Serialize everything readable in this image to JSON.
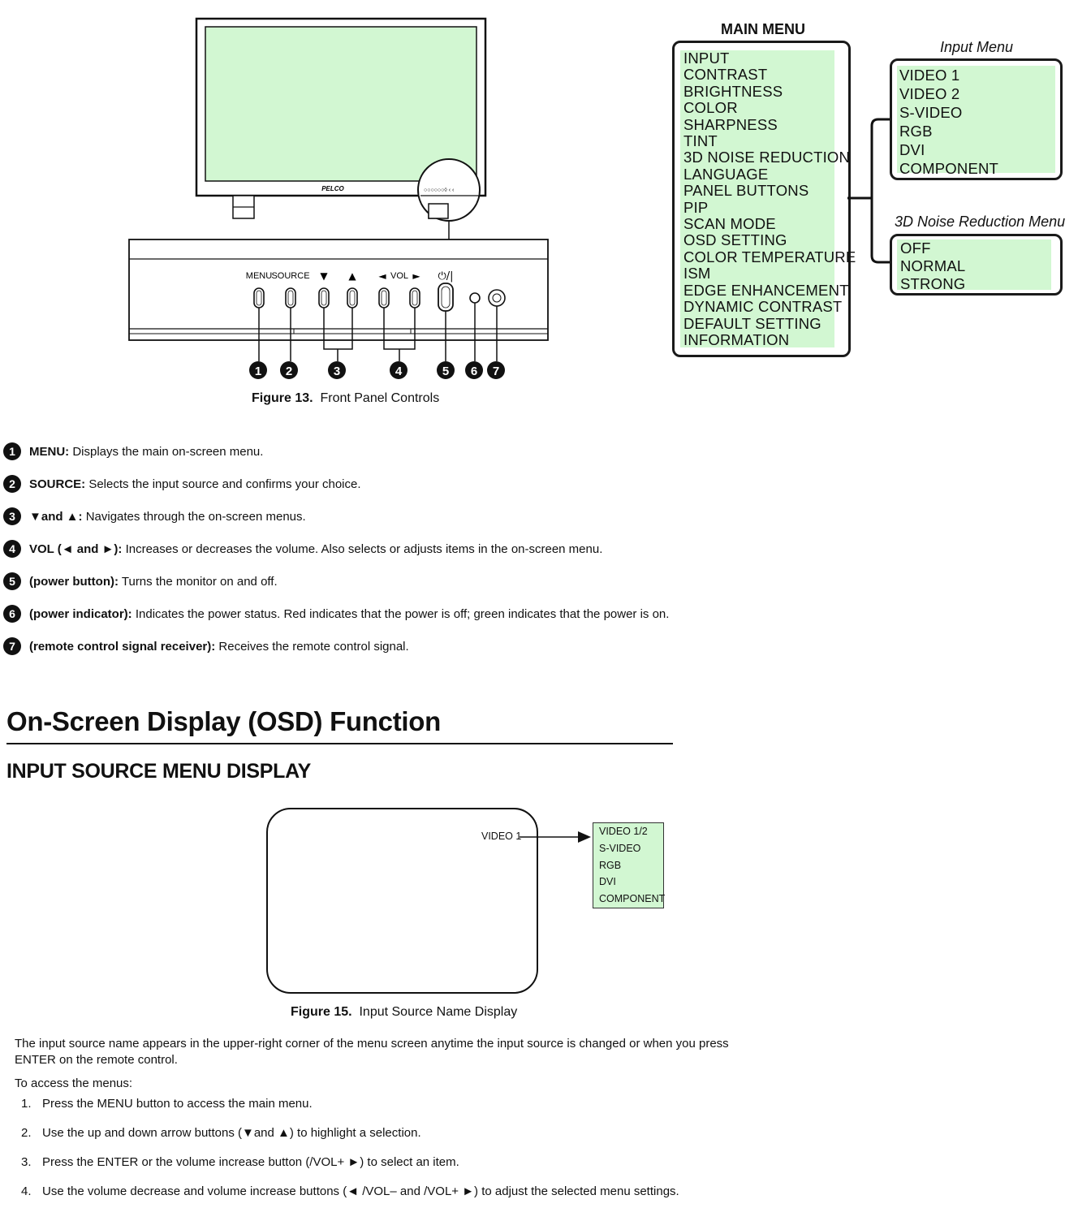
{
  "figure13": {
    "brand": "PELCO",
    "panel_labels": {
      "menu": "MENU",
      "source": "SOURCE",
      "down": "▼",
      "up": "▲",
      "vol_left": "◄",
      "vol": "VOL",
      "vol_right": "►",
      "power": "⏻/|"
    },
    "callout_numbers": [
      "1",
      "2",
      "3",
      "4",
      "5",
      "6",
      "7"
    ],
    "caption_label": "Figure 13.",
    "caption_text": "Front Panel Controls"
  },
  "main_menu": {
    "title": "MAIN MENU",
    "items": [
      "INPUT",
      "CONTRAST",
      "BRIGHTNESS",
      "COLOR",
      "SHARPNESS",
      "TINT",
      "3D NOISE REDUCTION",
      "LANGUAGE",
      "PANEL BUTTONS",
      "PIP",
      "SCAN MODE",
      "OSD SETTING",
      "COLOR TEMPERATURE",
      "ISM",
      "EDGE ENHANCEMENT",
      "DYNAMIC CONTRAST",
      "DEFAULT SETTING",
      "INFORMATION"
    ]
  },
  "input_menu": {
    "title": "Input Menu",
    "items": [
      "VIDEO 1",
      "VIDEO 2",
      "S-VIDEO",
      "RGB",
      "DVI",
      "COMPONENT"
    ]
  },
  "noise_menu": {
    "title": "3D Noise Reduction Menu",
    "items": [
      "OFF",
      "NORMAL",
      "STRONG"
    ]
  },
  "callouts": [
    {
      "num": "1",
      "term": "MENU:",
      "text": " Displays the main on-screen menu."
    },
    {
      "num": "2",
      "term": "SOURCE:",
      "text": " Selects the input source and confirms your choice."
    },
    {
      "num": "3",
      "term": "▼and ▲:",
      "text": " Navigates through the on-screen menus."
    },
    {
      "num": "4",
      "term": "VOL (◄ and ►):",
      "text": " Increases or decreases the volume. Also selects or adjusts items in the on-screen menu."
    },
    {
      "num": "5",
      "term": "(power button):",
      "text": " Turns the monitor on and off."
    },
    {
      "num": "6",
      "term": "(power indicator):",
      "text": " Indicates the power status. Red indicates that the power is off; green indicates that the power is on."
    },
    {
      "num": "7",
      "term": "(remote control signal receiver):",
      "text": " Receives the remote control signal."
    }
  ],
  "section": {
    "heading": "On-Screen Display (OSD) Function",
    "subheading": "INPUT SOURCE MENU DISPLAY"
  },
  "figure15": {
    "screen_label": "VIDEO 1",
    "source_items": [
      "VIDEO 1/2",
      "S-VIDEO",
      "RGB",
      "DVI",
      "COMPONENT"
    ],
    "caption_label": "Figure 15.",
    "caption_text": "Input Source Name Display"
  },
  "body": {
    "paragraph": "The input source name appears in the upper-right corner of the menu screen anytime the input source is changed or when you press ENTER on the remote control.",
    "access_intro": "To access the menus:",
    "steps": [
      {
        "num": "1.",
        "text": "Press the MENU button to access the main menu."
      },
      {
        "num": "2.",
        "text": "Use the up and down arrow buttons (▼and ▲) to highlight a selection."
      },
      {
        "num": "3.",
        "text": "Press the ENTER or the volume increase button (/VOL+ ►) to select an item."
      },
      {
        "num": "4.",
        "text": "Use the volume decrease and volume increase buttons (◄ /VOL– and /VOL+ ►) to adjust the selected menu settings."
      }
    ]
  }
}
